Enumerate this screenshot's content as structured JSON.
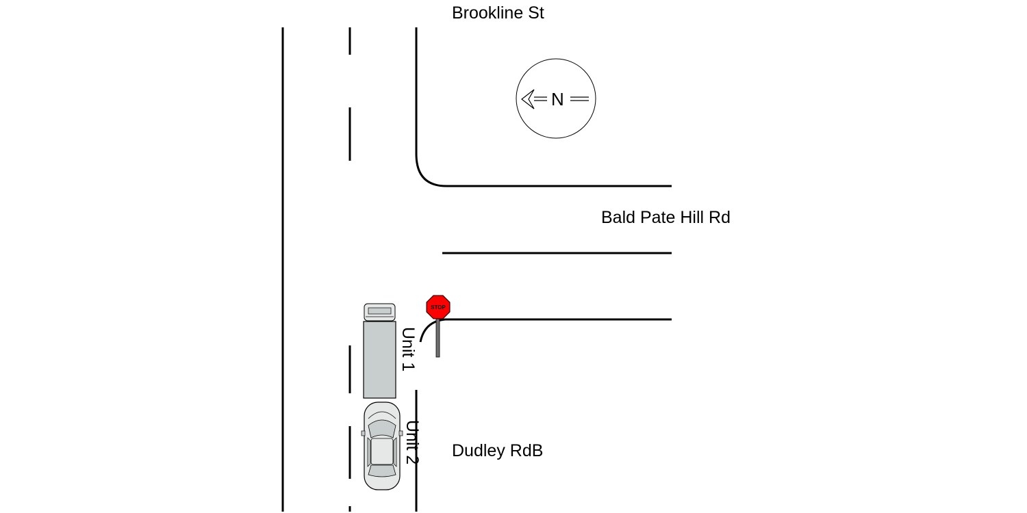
{
  "streets": {
    "north_street": "Brookline St",
    "east_street": "Bald Pate Hill Rd",
    "south_street": "Dudley RdB"
  },
  "compass": {
    "label": "N",
    "direction": "west"
  },
  "stop_sign": {
    "text": "STOP",
    "color": "#ff0000"
  },
  "units": [
    {
      "label": "Unit 1",
      "vehicle": "box-truck"
    },
    {
      "label": "Unit 2",
      "vehicle": "sedan"
    }
  ],
  "colors": {
    "vehicle_body": "#c8cdcd",
    "road_line": "#000000"
  }
}
